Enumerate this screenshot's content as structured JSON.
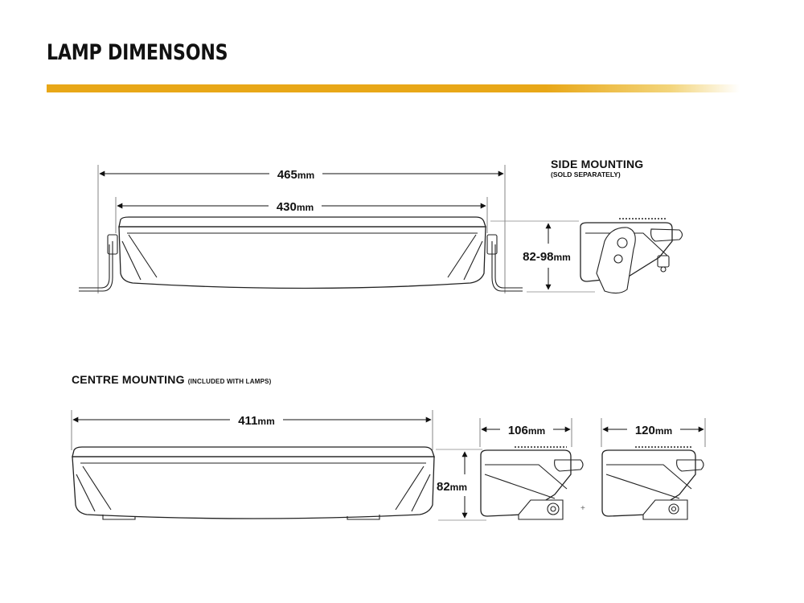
{
  "page": {
    "title": "LAMP DIMENSONS",
    "accent_color": "#e8a717"
  },
  "side_mounting": {
    "title": "SIDE MOUNTING",
    "note": "(SOLD SEPARATELY)",
    "overall_width": {
      "value": "465",
      "unit": "mm"
    },
    "lamp_width": {
      "value": "430",
      "unit": "mm"
    },
    "height": {
      "value": "82-98",
      "unit": "mm"
    }
  },
  "centre_mounting": {
    "title": "CENTRE MOUNTING",
    "note": "(INCLUDED WITH LAMPS)",
    "width": {
      "value": "411",
      "unit": "mm"
    },
    "height": {
      "value": "82",
      "unit": "mm"
    },
    "depth_a": {
      "value": "106",
      "unit": "mm"
    },
    "depth_b": {
      "value": "120",
      "unit": "mm"
    }
  }
}
